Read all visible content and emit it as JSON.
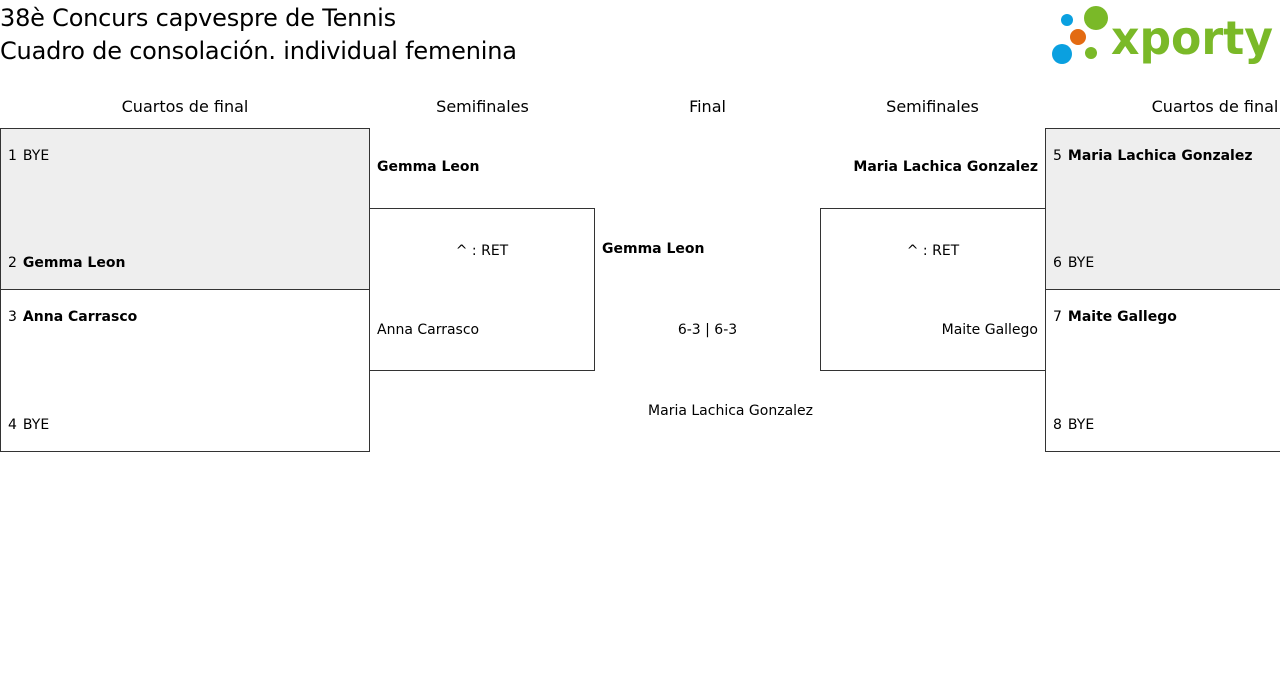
{
  "header": {
    "title_line1": "38è Concurs capvespre de Tennis",
    "title_line2": "Cuadro de consolación. individual femenina"
  },
  "logo": {
    "text": "xporty",
    "colors": {
      "green": "#7ab928",
      "blue": "#0aa0e0",
      "orange": "#e36b12"
    }
  },
  "rounds": {
    "left_qf": "Cuartos de final",
    "left_sf": "Semifinales",
    "final": "Final",
    "right_sf": "Semifinales",
    "right_qf": "Cuartos de final"
  },
  "left_qf": {
    "match1": {
      "top": {
        "seed": "1",
        "name": "BYE"
      },
      "bottom": {
        "seed": "2",
        "name": "Gemma Leon"
      }
    },
    "match2": {
      "top": {
        "seed": "3",
        "name": "Anna Carrasco"
      },
      "bottom": {
        "seed": "4",
        "name": "BYE"
      }
    }
  },
  "left_sf": {
    "top_player": "Gemma Leon",
    "score": "^ : RET",
    "bottom_player": "Anna Carrasco"
  },
  "final": {
    "top_player": "Gemma Leon",
    "score": "6-3 | 6-3",
    "bottom_player": "Maria Lachica Gonzalez"
  },
  "right_sf": {
    "top_player": "Maria Lachica Gonzalez",
    "score": "^ : RET",
    "bottom_player": "Maite Gallego"
  },
  "right_qf": {
    "match1": {
      "top": {
        "seed": "5",
        "name": "Maria Lachica Gonzalez"
      },
      "bottom": {
        "seed": "6",
        "name": "BYE"
      }
    },
    "match2": {
      "top": {
        "seed": "7",
        "name": "Maite Gallego"
      },
      "bottom": {
        "seed": "8",
        "name": "BYE"
      }
    }
  }
}
